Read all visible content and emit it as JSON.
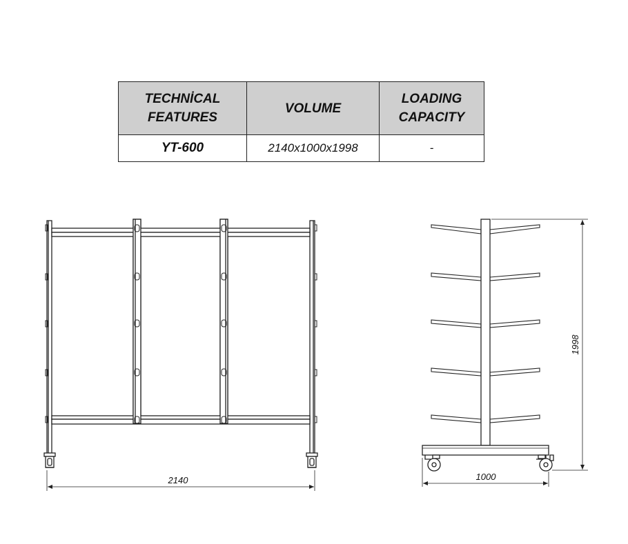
{
  "table": {
    "headers": {
      "col1_line1": "TECHNİCAL",
      "col1_line2": "FEATURES",
      "col2": "VOLUME",
      "col3_line1": "LOADING",
      "col3_line2": "CAPACITY"
    },
    "row": {
      "model": "YT-600",
      "volume": "2140x1000x1998",
      "capacity": "-"
    }
  },
  "dimensions": {
    "front_width": "2140",
    "side_depth": "1000",
    "height": "1998"
  },
  "colors": {
    "header_bg": "#cfcfcf",
    "line": "#222222"
  }
}
